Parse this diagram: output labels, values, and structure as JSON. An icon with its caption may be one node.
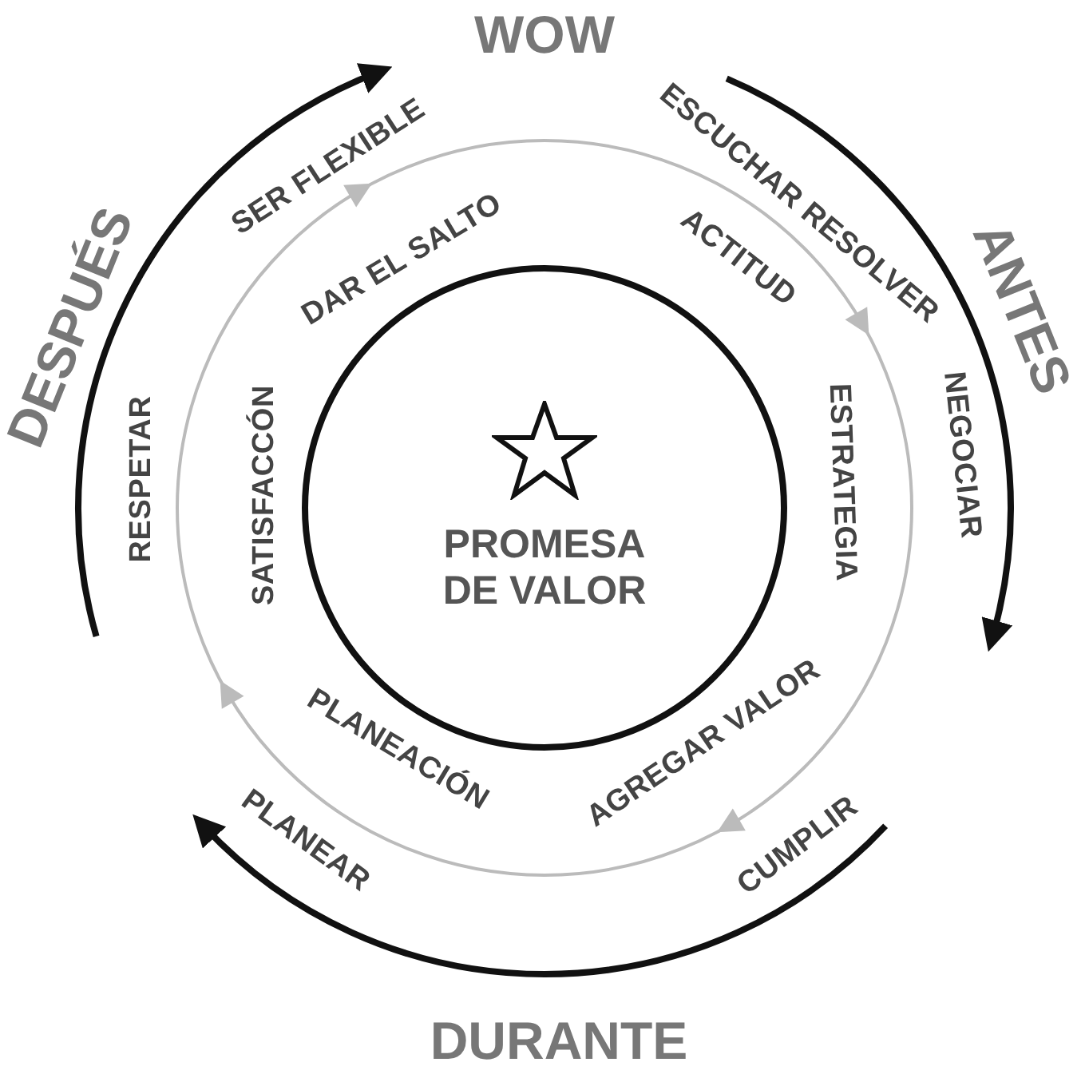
{
  "diagram": {
    "nodes": [
      {
        "text": [
          "PROMESA DE VALOR"
        ]
      }
    ],
    "labels": [
      "WOW",
      "SER FLEXIBLE",
      "ESCUCHAR RESOLVER",
      "DAR EL SALTO",
      "ACTITUD",
      "DESPUÉS",
      "ANTES",
      "RESPETAR",
      "SATISFACCÓN",
      "ESTRATEGIA",
      "NEGOCIAR",
      "PLANEACIÓN",
      "AGREGAR VALOR",
      "PLANEAR",
      "CUMPLIR",
      "DURANTE"
    ]
  }
}
